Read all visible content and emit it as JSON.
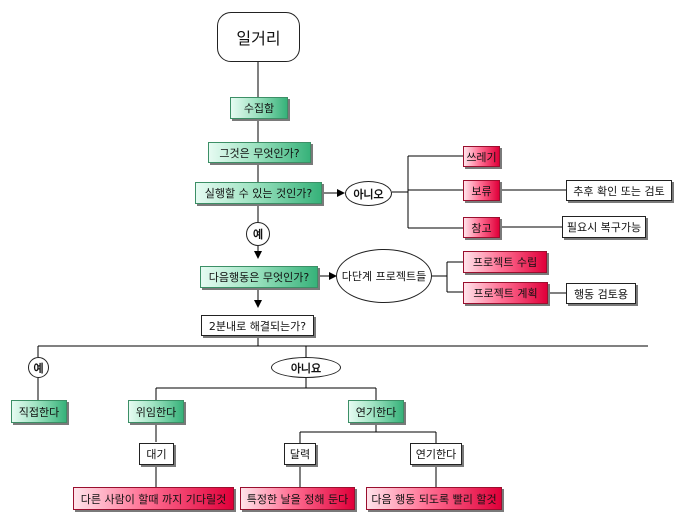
{
  "nodes": {
    "start": "일거리",
    "inbox": "수집함",
    "q_what": "그것은 무엇인가?",
    "q_actionable": "실행할 수 있는 것인가?",
    "no_label": "아니오",
    "trash": "쓰레기",
    "hold": "보류",
    "hold_note": "추후 확인 또는 검토",
    "reference": "참고",
    "reference_note": "필요시 복구가능",
    "yes_label_1": "예",
    "q_next_action": "다음행동은 무엇인가?",
    "multi_step": "다단계 프로젝트들",
    "project_plan": "프로젝트 수립",
    "project_schedule": "프로젝트 계획",
    "action_review": "행동 검토용",
    "q_two_minutes": "2분내로 해결되는가?",
    "yes_label_2": "예",
    "no_label_2": "아니요",
    "do_it": "직접한다",
    "delegate": "위임한다",
    "defer": "연기한다",
    "waiting": "대기",
    "calendar": "달력",
    "defer_2": "연기한다",
    "waiting_note": "다른 사람이 할때 까지 기다릴것",
    "calendar_note": "특정한 날을 정해 둔다",
    "defer_note": "다음 행동 되도록 빨리 할것"
  },
  "colors": {
    "green_accent": "#37b27a",
    "pink_accent": "#e0003a",
    "line": "#000000"
  }
}
